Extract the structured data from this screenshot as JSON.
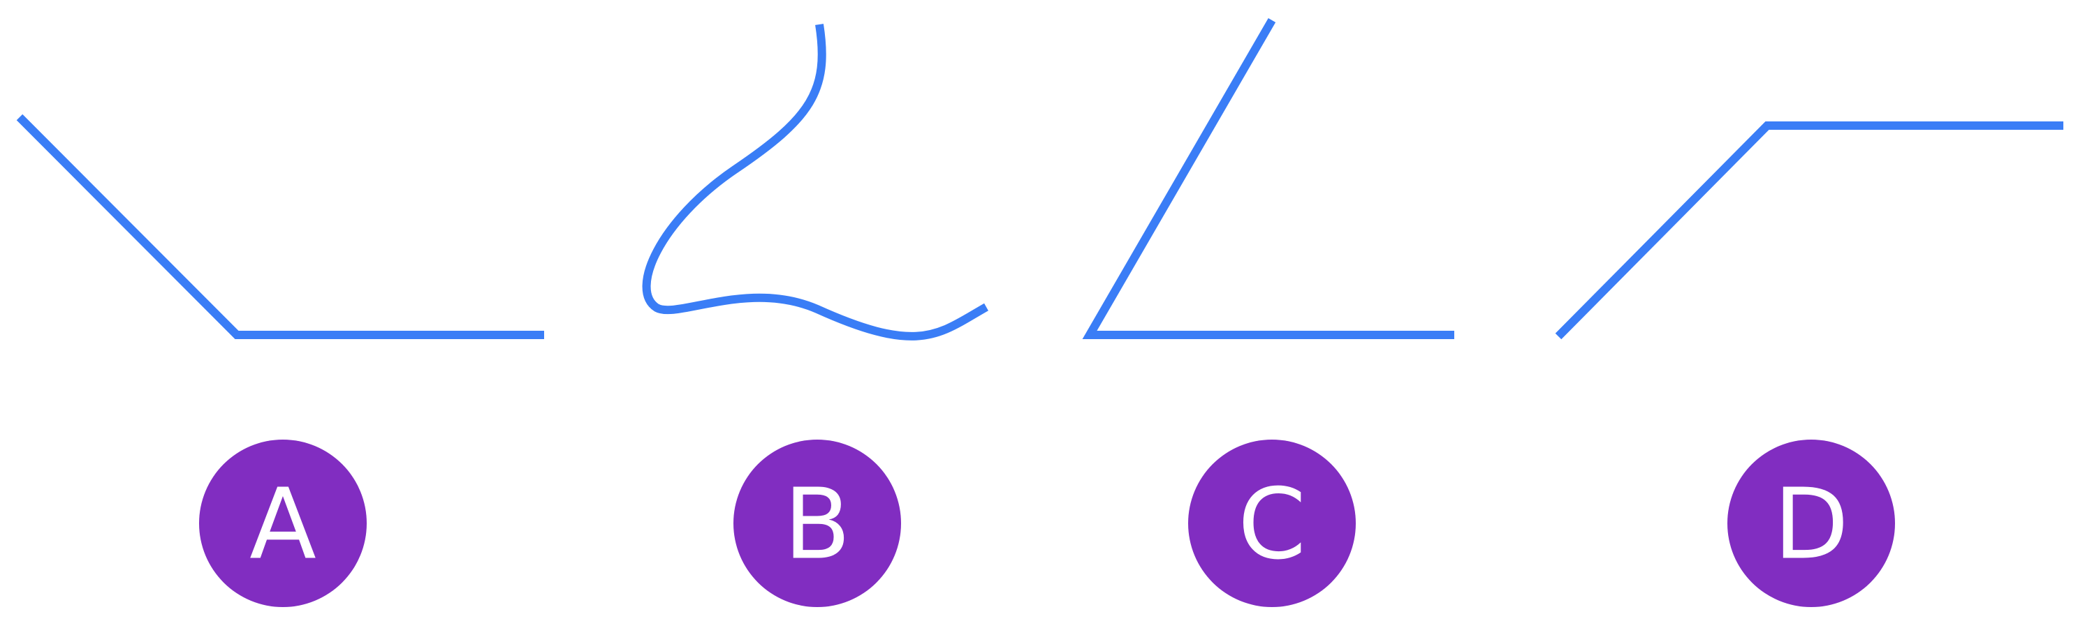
{
  "colors": {
    "stroke": "#3a7df6",
    "badge_fill": "#812dc1",
    "badge_text": "#ffffff",
    "background": "#ffffff"
  },
  "options": [
    {
      "id": "A",
      "label": "A"
    },
    {
      "id": "B",
      "label": "B"
    },
    {
      "id": "C",
      "label": "C"
    },
    {
      "id": "D",
      "label": "D"
    }
  ]
}
